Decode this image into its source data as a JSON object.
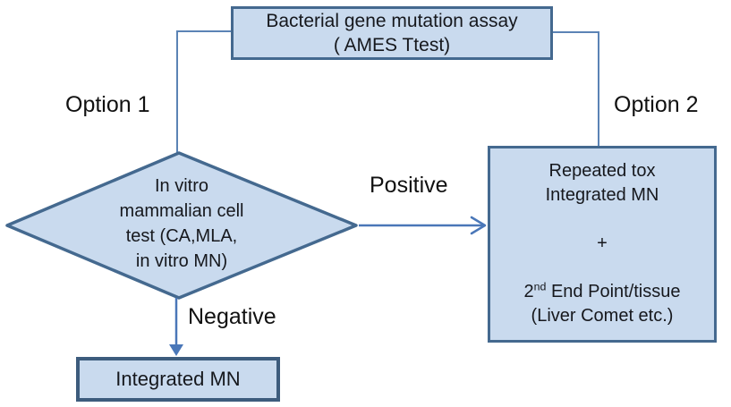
{
  "colors": {
    "node_fill": "#c9daee",
    "node_border": "#44698f",
    "bottom_box_border": "#3d5c7d",
    "connector_blue": "#4a77b8",
    "elbow_blue": "#5b83b5",
    "text": "#16181d"
  },
  "nodes": {
    "top_box": {
      "line1": "Bacterial gene mutation assay",
      "line2": "( AMES Ttest)"
    },
    "diamond": {
      "line1": "In vitro",
      "line2": "mammalian cell",
      "line3": "test (CA,MLA,",
      "line4": "in vitro MN)"
    },
    "right_box": {
      "line1": "Repeated tox",
      "line2": "Integrated MN",
      "plus": "+",
      "line3_num": "2",
      "line3_sup": "nd",
      "line3_rest": " End Point/tissue",
      "line4": "(Liver Comet etc.)"
    },
    "bottom_box": {
      "label": "Integrated MN"
    }
  },
  "labels": {
    "option1": "Option 1",
    "option2": "Option 2",
    "positive": "Positive",
    "negative": "Negative"
  }
}
